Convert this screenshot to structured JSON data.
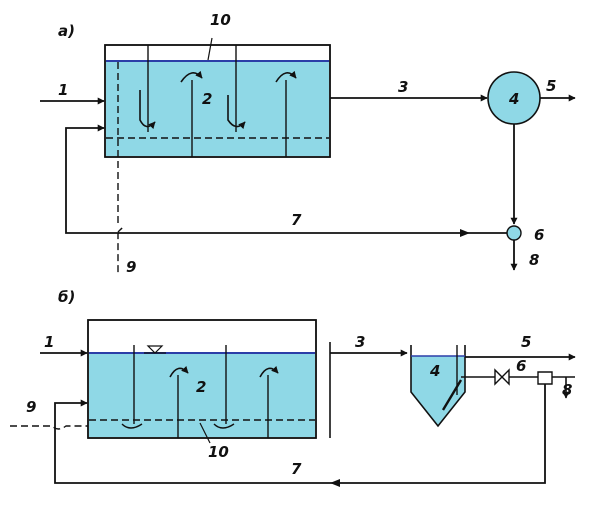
{
  "diagram": {
    "colors": {
      "water": "#8fd8e6",
      "level_line": "#2b3ea8",
      "stroke": "#111111",
      "background": "#ffffff"
    },
    "section_a": {
      "label": "а)",
      "numbers": {
        "inflow": "1",
        "tank": "2",
        "outflow": "3",
        "clarifier": "4",
        "effluent": "5",
        "splitter": "6",
        "return": "7",
        "waste": "8",
        "air": "9",
        "level": "10"
      }
    },
    "section_b": {
      "label": "б)",
      "numbers": {
        "inflow": "1",
        "tank": "2",
        "outflow": "3",
        "clarifier": "4",
        "effluent": "5",
        "splitter": "6",
        "return": "7",
        "waste": "8",
        "air": "9",
        "level": "10"
      }
    }
  }
}
